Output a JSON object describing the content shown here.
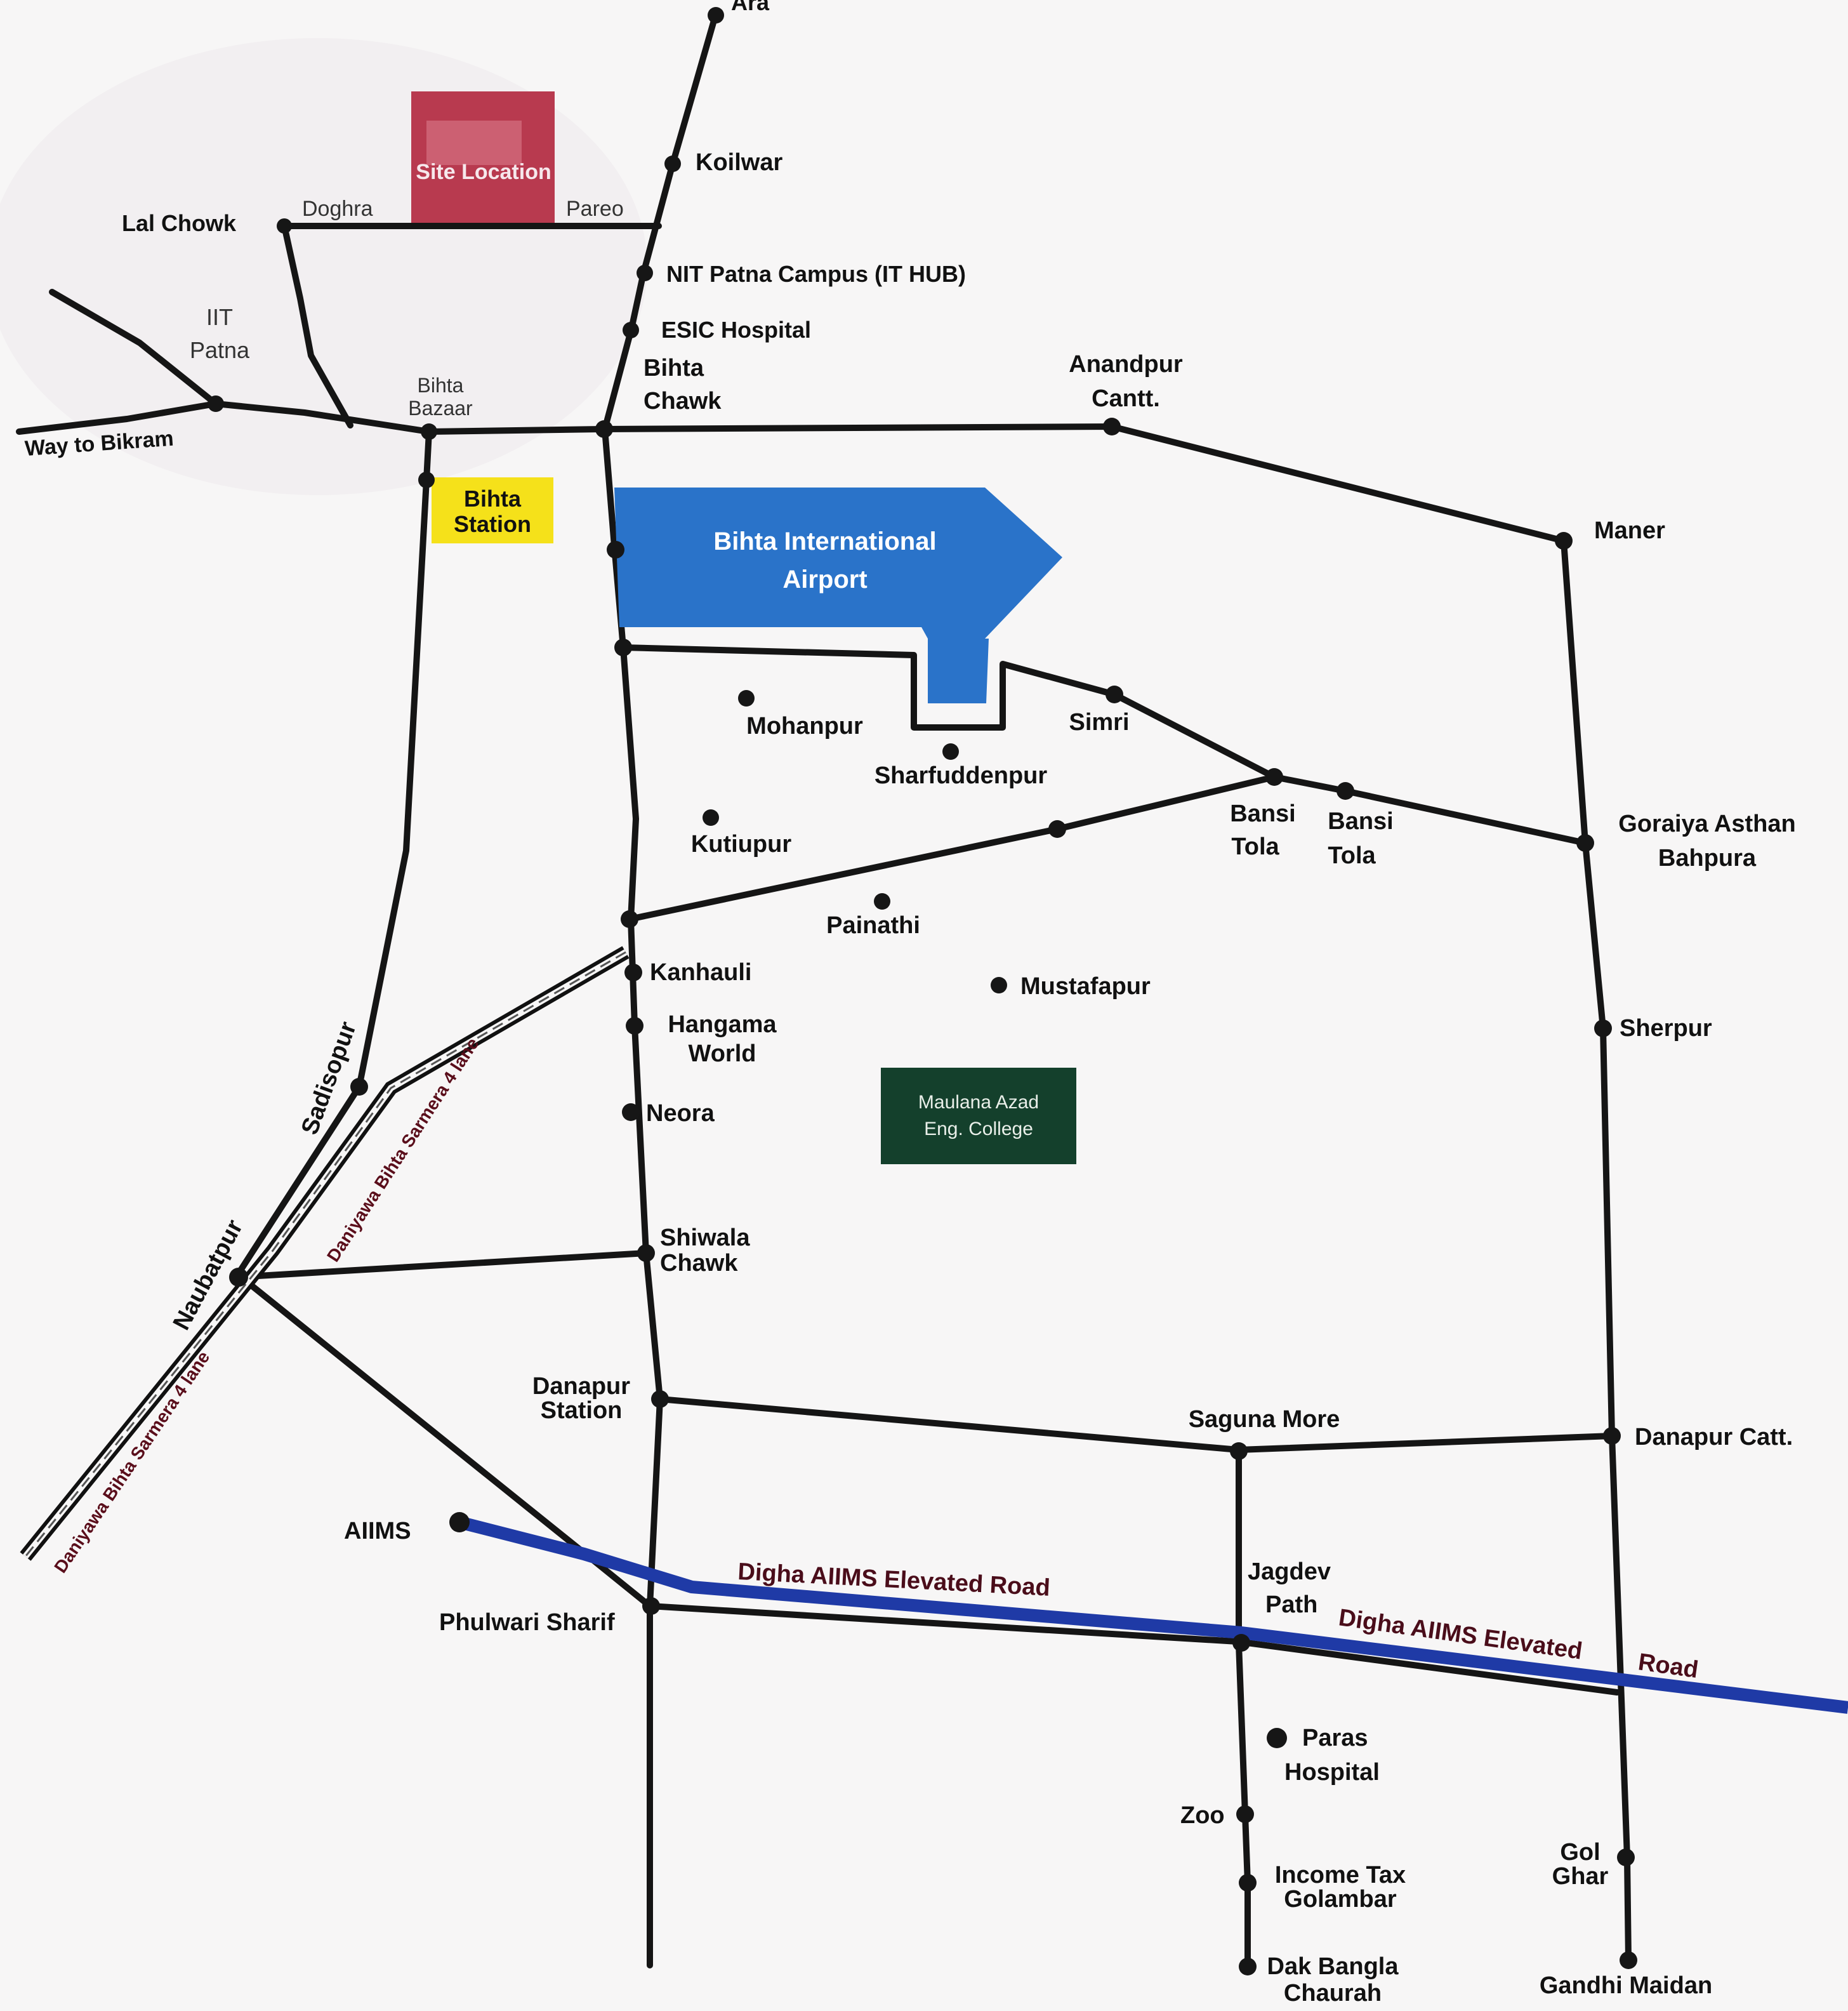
{
  "site_location": {
    "label": "Site Location",
    "color": "#b83a4f"
  },
  "airport": {
    "label_line1": "Bihta International",
    "label_line2": "Airport",
    "color": "#2a73c9"
  },
  "bihta_station": {
    "line1": "Bihta",
    "line2": "Station",
    "color": "#f5e11a"
  },
  "college": {
    "line1": "Maulana Azad",
    "line2": "Eng. College",
    "color": "#14402c"
  },
  "elevated_road": {
    "label_1": "Digha AIIMS Elevated Road",
    "label_2_part1": "Digha AIIMS Elevated",
    "label_2_part2": "Road",
    "color": "#1f3aa6"
  },
  "highway": {
    "label_upper": "Daniyawa Bihta Sarmera 4 lane",
    "label_lower": "Daniyawa Bihta Sarmera 4 lane"
  },
  "places": {
    "ara": "Ara",
    "koilwar": "Koilwar",
    "lal_chowk": "Lal Chowk",
    "doghra": "Doghra",
    "pareo": "Pareo",
    "nit_patna": "NIT Patna Campus (IT HUB)",
    "esic": "ESIC Hospital",
    "iit_1": "IIT",
    "iit_2": "Patna",
    "bihta_bazaar_1": "Bihta",
    "bihta_bazaar_2": "Bazaar",
    "way_to_bikram": "Way to Bikram",
    "bihta_chawk_1": "Bihta",
    "bihta_chawk_2": "Chawk",
    "anandpur_1": "Anandpur",
    "anandpur_2": "Cantt.",
    "maner": "Maner",
    "mohanpur": "Mohanpur",
    "sharfuddenpur": "Sharfuddenpur",
    "simri": "Simri",
    "bansi_tola_a1": "Bansi",
    "bansi_tola_a2": "Tola",
    "bansi_tola_b1": "Bansi",
    "bansi_tola_b2": "Tola",
    "goraiya_1": "Goraiya Asthan",
    "goraiya_2": "Bahpura",
    "kutiupur": "Kutiupur",
    "painathi": "Painathi",
    "kanhauli": "Kanhauli",
    "mustafapur": "Mustafapur",
    "hangama_1": "Hangama",
    "hangama_2": "World",
    "sherpur": "Sherpur",
    "sadisopur": "Sadisopur",
    "neora": "Neora",
    "shiwala_1": "Shiwala",
    "shiwala_2": "Chawk",
    "naubatpur": "Naubatpur",
    "danapur_station_1": "Danapur",
    "danapur_station_2": "Station",
    "saguna_more": "Saguna More",
    "danapur_catt": "Danapur Catt.",
    "aiims": "AIIMS",
    "jagdev_1": "Jagdev",
    "jagdev_2": "Path",
    "phulwari": "Phulwari Sharif",
    "paras_1": "Paras",
    "paras_2": "Hospital",
    "zoo": "Zoo",
    "income_tax_1": "Income Tax",
    "income_tax_2": "Golambar",
    "gol_ghar_1": "Gol",
    "gol_ghar_2": "Ghar",
    "dak_bangla_1": "Dak Bangla",
    "dak_bangla_2": "Chaurah",
    "gandhi_maidan": "Gandhi Maidan"
  }
}
